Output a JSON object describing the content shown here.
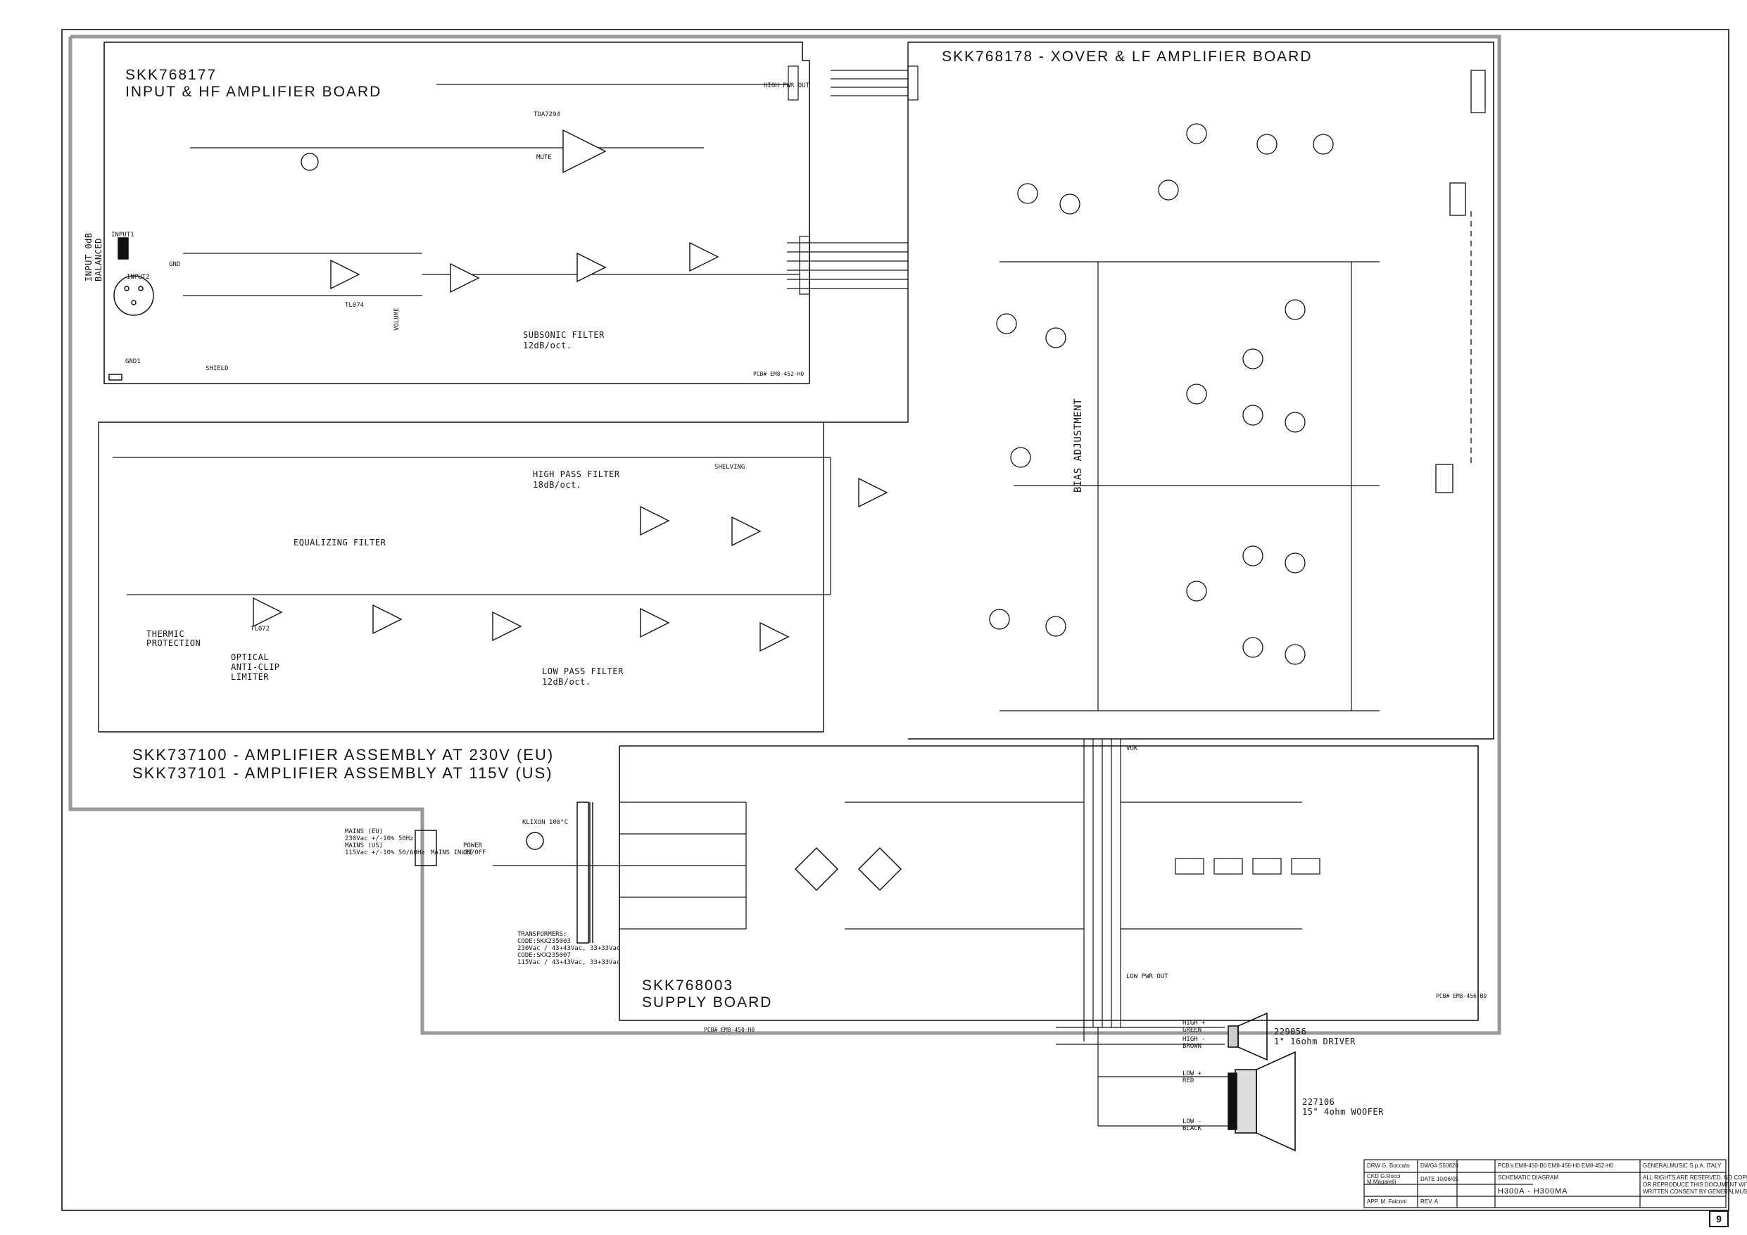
{
  "boards": {
    "input_hf": {
      "code": "SKK768177",
      "name": "INPUT & HF AMPLIFIER BOARD",
      "pcb": "PCB# EM8-452-H0"
    },
    "xover_lf": {
      "code": "SKK768178 - XOVER & LF AMPLIFIER BOARD",
      "pcb": ""
    },
    "supply": {
      "code": "SKK768003",
      "name": "SUPPLY BOARD",
      "pcb": "PCB# EM8-450-H0",
      "pcb2": "PCB# EM8-456-B0"
    }
  },
  "assembly": {
    "line1": "SKK737100 - AMPLIFIER ASSEMBLY AT 230V (EU)",
    "line2": "SKK737101 - AMPLIFIER ASSEMBLY AT 115V (US)"
  },
  "labels": {
    "subsonic": "SUBSONIC FILTER",
    "subsonic_slope": "12dB/oct.",
    "high_pass": "HIGH PASS FILTER",
    "high_pass_slope": "18dB/oct.",
    "shelving": "SHELVING",
    "equalizing": "EQUALIZING FILTER",
    "low_pass": "LOW PASS FILTER",
    "low_pass_slope": "12dB/oct.",
    "thermic": "THERMIC",
    "protection": "PROTECTION",
    "optical1": "OPTICAL",
    "optical2": "ANTI-CLIP",
    "optical3": "LIMITER",
    "bias": "BIAS ADJUSTMENT",
    "input_odb": "INPUT 0dB",
    "balanced": "BALANCED",
    "input1": "INPUT1",
    "input2": "INPUT2",
    "gnd": "GND",
    "shield": "SHIELD",
    "gnd1": "GND1",
    "volume": "VOLUME",
    "mute": "MUTE",
    "power": "POWER",
    "on_off": "ON/OFF",
    "mains_inlet": "MAINS INLET",
    "klixon": "KLIXON 100°C",
    "mains_eu": "MAINS (EU)",
    "mains_eu_v": "230Vac +/-10% 50Hz",
    "mains_us": "MAINS (US)",
    "mains_us_v": "115Vac +/-10% 50/60Hz",
    "transformers": "TRANSFORMERS:",
    "tr1": "CODE:SKX235003",
    "tr1v": "230Vac / 43+43Vac, 33+33Vac",
    "tr2": "CODE:SKX235007",
    "tr2v": "115Vac / 43+43Vac, 33+33Vac",
    "tl074a": "TL074",
    "tl072": "TL072",
    "ic_tda": "TDA7294",
    "hi_pwr_out": "HIGH PWR OUT",
    "low_pwr_out": "LOW PWR OUT",
    "vok": "VOK"
  },
  "speakers": {
    "driver_code": "229056",
    "driver_desc": "1\" 16ohm DRIVER",
    "woofer_code": "227106",
    "woofer_desc": "15\" 4ohm WOOFER",
    "high_plus": "HIGH +",
    "green": "GREEN",
    "high_minus": "HIGH -",
    "brown": "BROWN",
    "low_plus": "LOW +",
    "red": "RED",
    "low_minus": "LOW -",
    "black": "BLACK"
  },
  "title_block": {
    "drw": "DRW G. Boccato",
    "dwg": "DWG# S50820",
    "pcbs": "PCB's EM8-450-B0 EM8-456-H0 EM8-452-H0",
    "company": "GENERALMUSIC S.p.A. ITALY",
    "ckd": "CKD G.Rocci",
    "ckd2": "M.Magarelli",
    "date": "DATE 10/06/05",
    "doc": "SCHEMATIC DIAGRAM",
    "rights1": "ALL RIGHTS ARE RESERVED. NO COPIES",
    "rights2": "OR REPRODUCE THIS DOCUMENT WITHOUT",
    "rights3": "WRITTEN CONSENT BY GENERALMUSIC.",
    "app": "APP. M. Falconi",
    "rev": "REV. A",
    "model": "H300A - H300MA",
    "page": "9"
  },
  "colors": {
    "ink": "#111111",
    "frame": "#999999"
  }
}
